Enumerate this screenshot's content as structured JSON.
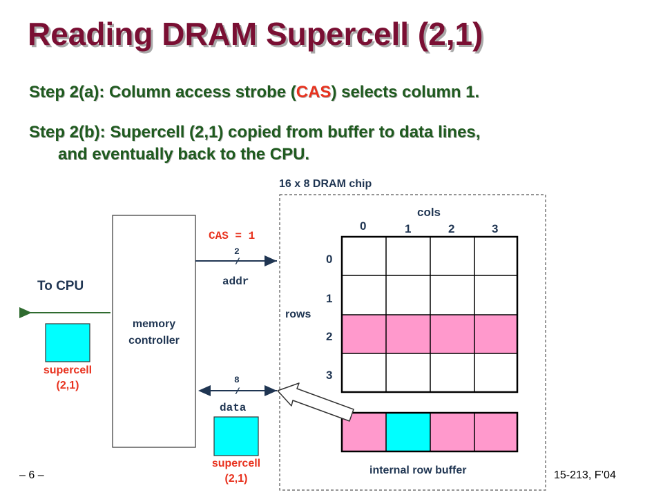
{
  "title": "Reading DRAM Supercell (2,1)",
  "steps": {
    "step_a_prefix": "Step 2(a): Column access strobe (",
    "step_a_cas": "CAS",
    "step_a_suffix": ") selects column 1.",
    "step_b_line1": "Step 2(b): Supercell (2,1) copied from buffer to data lines,",
    "step_b_line2": "and eventually back to the CPU."
  },
  "diagram": {
    "chip_label": "16 x 8 DRAM chip",
    "cols_label": "cols",
    "rows_label": "rows",
    "col_indices": [
      "0",
      "1",
      "2",
      "3"
    ],
    "row_indices": [
      "0",
      "1",
      "2",
      "3"
    ],
    "cas_label": "CAS = 1",
    "addr_width": "2",
    "addr_label": "addr",
    "data_width": "8",
    "data_label": "data",
    "slash": "/",
    "memory_controller_line1": "memory",
    "memory_controller_line2": "controller",
    "to_cpu_label": "To CPU",
    "supercell_left_line1": "supercell",
    "supercell_left_line2": "(2,1)",
    "supercell_bottom_line1": "supercell",
    "supercell_bottom_line2": "(2,1)",
    "row_buffer_label": "internal row buffer",
    "highlight_row": 2,
    "selected_column": 1,
    "colors": {
      "row_highlight": "#ff99cc",
      "supercell": "#00ffff",
      "arrow_green": "#2f6b2f",
      "cas_red": "#e8321e"
    }
  },
  "footer": {
    "page": "– 6 –",
    "course": "15-213, F’04"
  }
}
